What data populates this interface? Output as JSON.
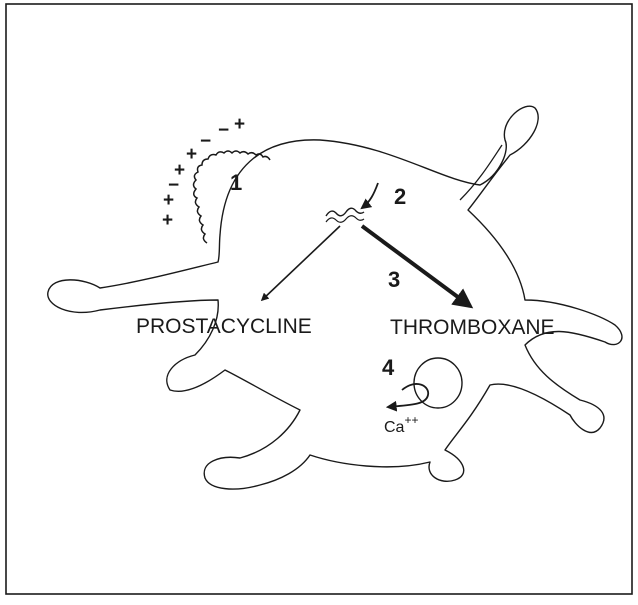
{
  "diagram": {
    "step_labels": [
      "1",
      "2",
      "3",
      "4"
    ],
    "products": {
      "left": "PROSTACYCLINE",
      "right": "THROMBOXANE"
    },
    "ion": {
      "base": "Ca",
      "superscript": "++"
    },
    "membrane_charges": [
      "+",
      "+",
      "−",
      "+",
      "+",
      "−",
      "−",
      "+"
    ],
    "colors": {
      "ink": "#1a1a1a",
      "background": "#ffffff"
    }
  }
}
